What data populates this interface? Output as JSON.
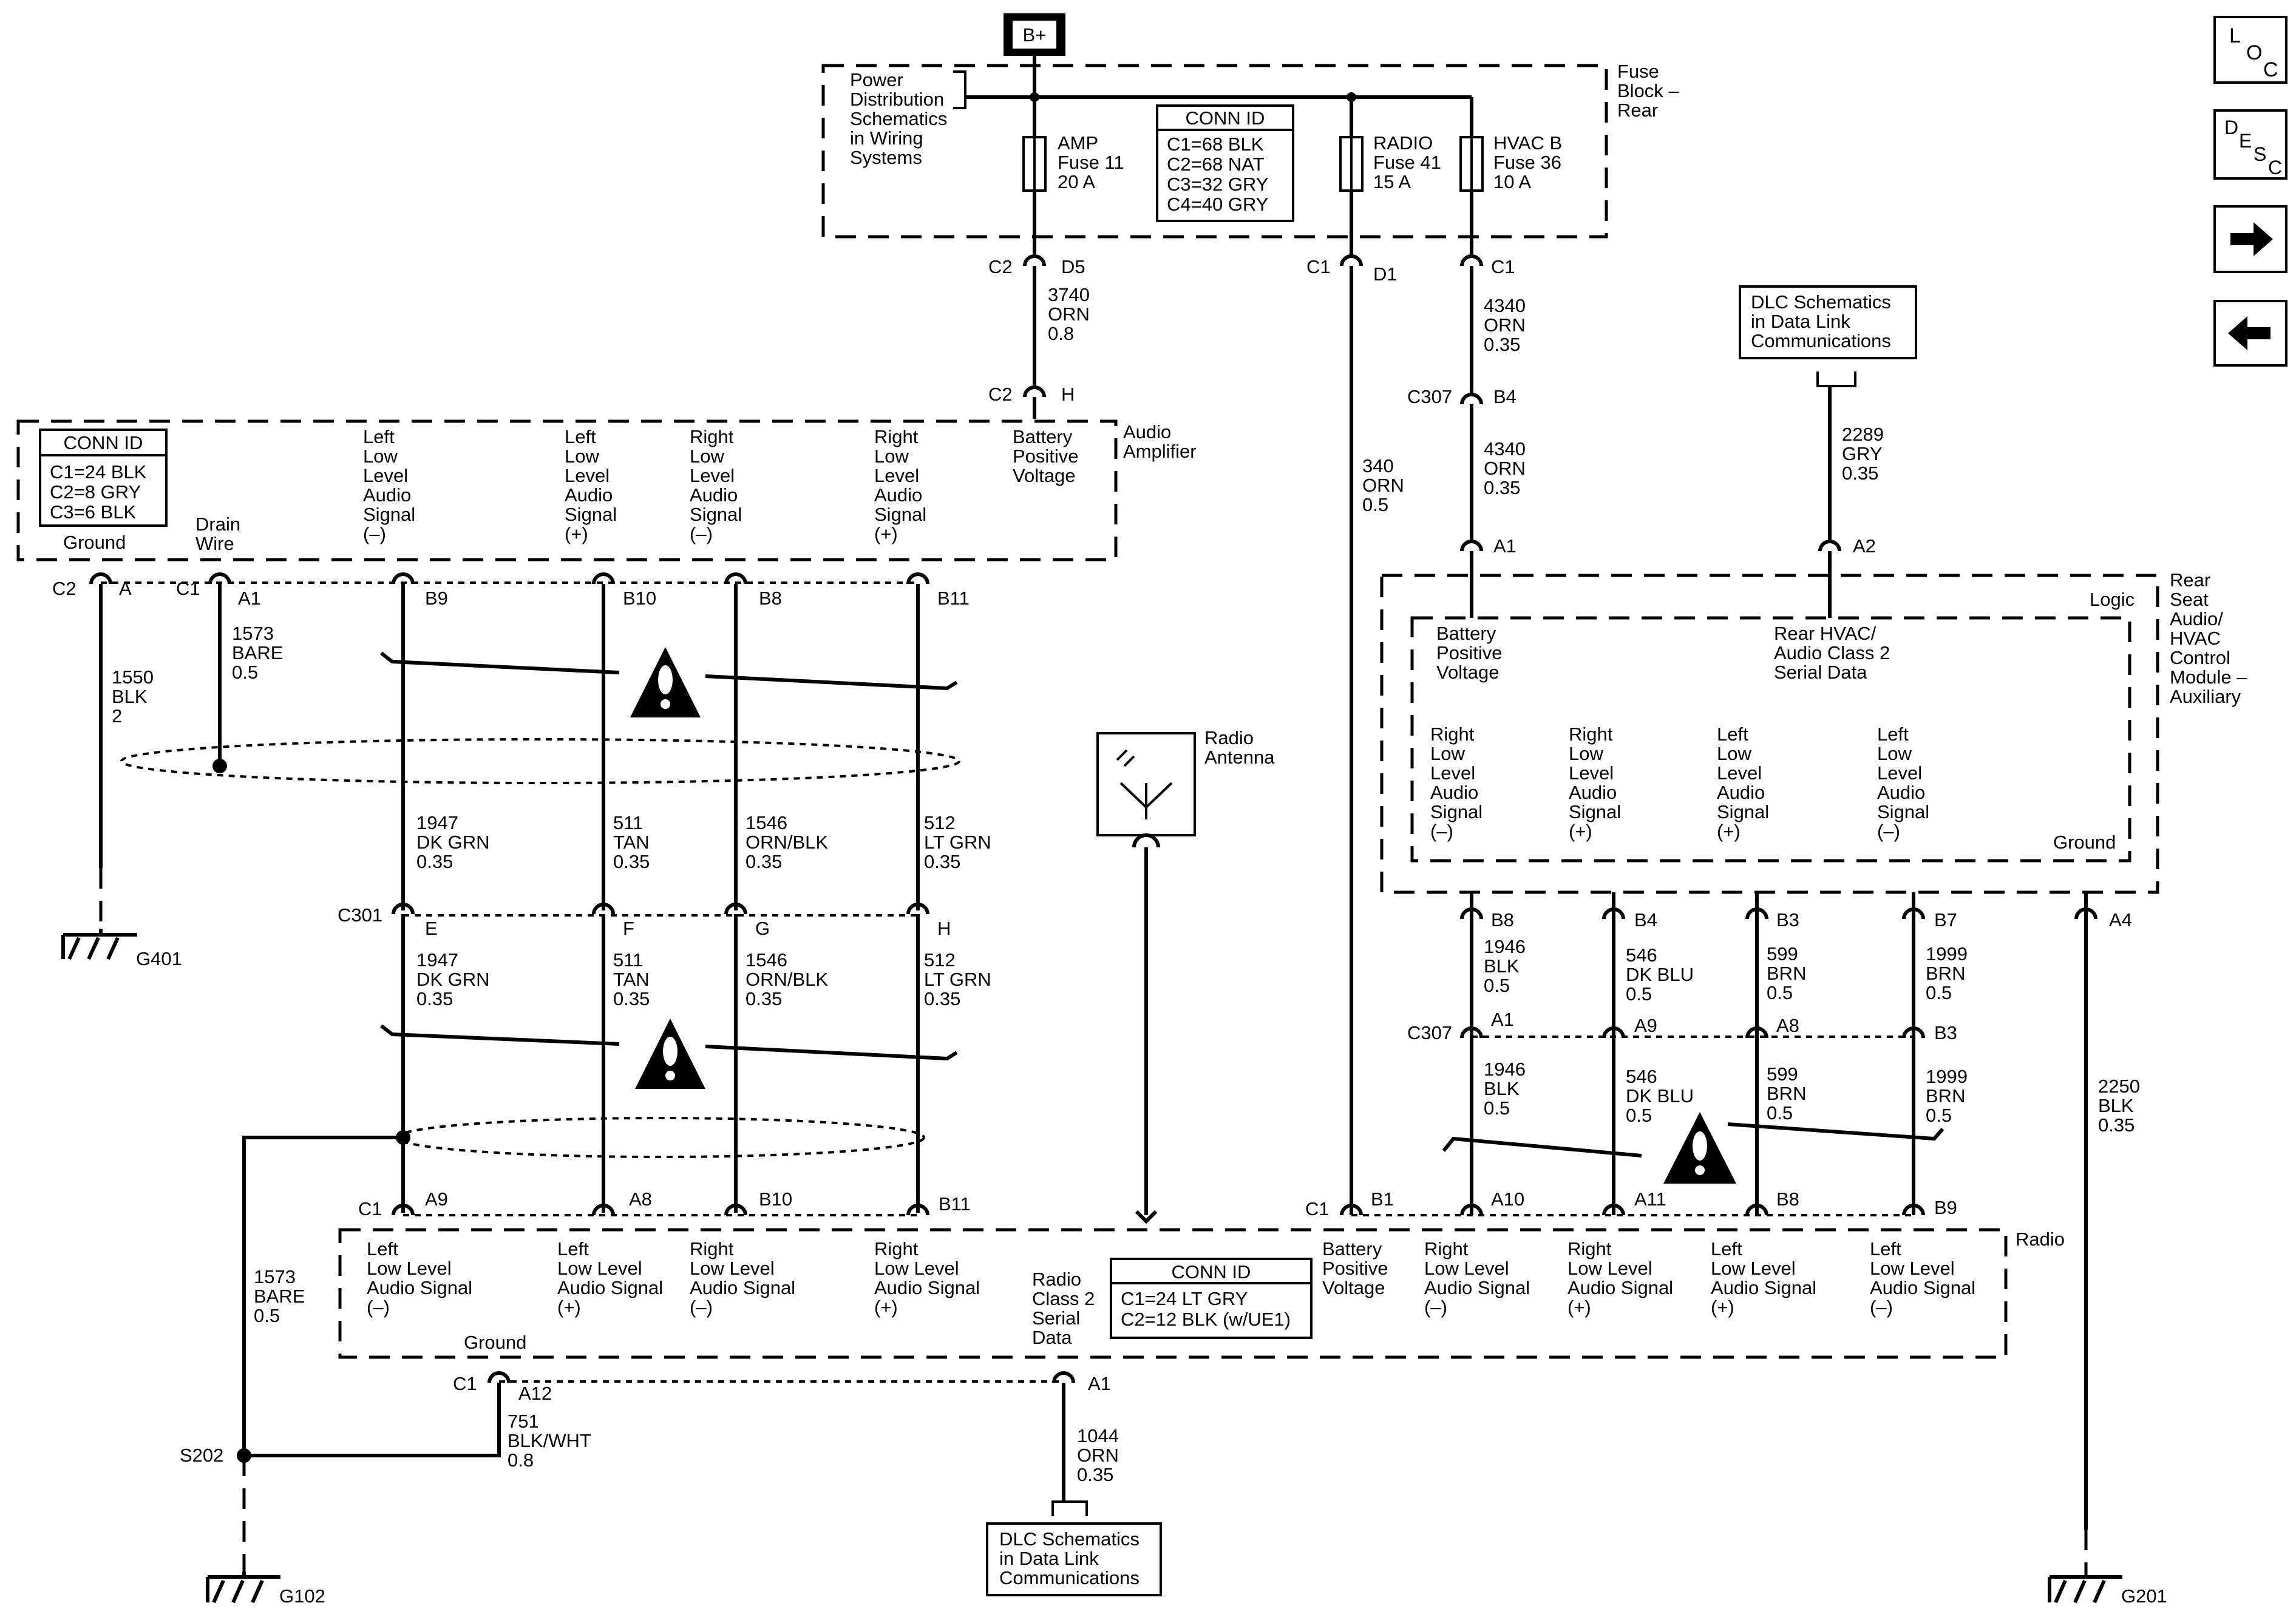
{
  "power_source": "B+",
  "fuse_block": {
    "title": [
      "Fuse",
      "Block –",
      "Rear"
    ],
    "ref": [
      "Power",
      "Distribution",
      "Schematics",
      "in Wiring",
      "Systems"
    ],
    "conn_id_title": "CONN ID",
    "conn_id": [
      "C1=68 BLK",
      "C2=68 NAT",
      "C3=32 GRY",
      "C4=40 GRY"
    ],
    "fuses": [
      {
        "label": [
          "AMP",
          "Fuse 11",
          "20 A"
        ]
      },
      {
        "label": [
          "RADIO",
          "Fuse 41",
          "15 A"
        ]
      },
      {
        "label": [
          "HVAC B",
          "Fuse 36",
          "10 A"
        ]
      }
    ]
  },
  "amplifier": {
    "title": [
      "Audio",
      "Amplifier"
    ],
    "conn_id_title": "CONN ID",
    "conn_id": [
      "C1=24 BLK",
      "C2=8 GRY",
      "C3=6 BLK"
    ],
    "ground": "Ground",
    "drain": [
      "Drain",
      "Wire"
    ],
    "signals": [
      [
        "Left",
        "Low",
        "Level",
        "Audio",
        "Signal",
        "(–)"
      ],
      [
        "Left",
        "Low",
        "Level",
        "Audio",
        "Signal",
        "(+)"
      ],
      [
        "Right",
        "Low",
        "Level",
        "Audio",
        "Signal",
        "(–)"
      ],
      [
        "Right",
        "Low",
        "Level",
        "Audio",
        "Signal",
        "(+)"
      ]
    ],
    "battery": [
      "Battery",
      "Positive",
      "Voltage"
    ]
  },
  "rear_module": {
    "title": [
      "Rear",
      "Seat",
      "Audio/",
      "HVAC",
      "Control",
      "Module –",
      "Auxiliary"
    ],
    "logic": "Logic",
    "battery": [
      "Battery",
      "Positive",
      "Voltage"
    ],
    "serial": [
      "Rear HVAC/",
      "Audio Class 2",
      "Serial Data"
    ],
    "signals": [
      [
        "Right",
        "Low",
        "Level",
        "Audio",
        "Signal",
        "(–)"
      ],
      [
        "Right",
        "Low",
        "Level",
        "Audio",
        "Signal",
        "(+)"
      ],
      [
        "Left",
        "Low",
        "Level",
        "Audio",
        "Signal",
        "(+)"
      ],
      [
        "Left",
        "Low",
        "Level",
        "Audio",
        "Signal",
        "(–)"
      ]
    ],
    "ground": "Ground"
  },
  "radio": {
    "title": "Radio",
    "conn_id_title": "CONN ID",
    "conn_id": [
      "C1=24 LT GRY",
      "C2=12 BLK (w/UE1)"
    ],
    "signals": [
      [
        "Left",
        "Low Level",
        "Audio Signal",
        "(–)"
      ],
      [
        "Left",
        "Low Level",
        "Audio Signal",
        "(+)"
      ],
      [
        "Right",
        "Low Level",
        "Audio Signal",
        "(–)"
      ],
      [
        "Right",
        "Low Level",
        "Audio Signal",
        "(+)"
      ]
    ],
    "serial": [
      "Radio",
      "Class 2",
      "Serial",
      "Data"
    ],
    "battery": [
      "Battery",
      "Positive",
      "Voltage"
    ],
    "right_signals": [
      [
        "Right",
        "Low Level",
        "Audio Signal",
        "(–)"
      ],
      [
        "Right",
        "Low Level",
        "Audio Signal",
        "(+)"
      ],
      [
        "Left",
        "Low Level",
        "Audio Signal",
        "(+)"
      ],
      [
        "Left",
        "Low Level",
        "Audio Signal",
        "(–)"
      ]
    ],
    "ground": "Ground"
  },
  "antenna": [
    "Radio",
    "Antenna"
  ],
  "dlc_ref": [
    "DLC Schematics",
    "in Data Link",
    "Communications"
  ],
  "grounds": [
    "G401",
    "G102",
    "G201"
  ],
  "splice": "S202",
  "wires": {
    "amp_feed": [
      "3740",
      "ORN",
      "0.8"
    ],
    "radio_feed": [
      "340",
      "ORN",
      "0.5"
    ],
    "hvac_feed_a": [
      "4340",
      "ORN",
      "0.35"
    ],
    "hvac_feed_b": [
      "4340",
      "ORN",
      "0.35"
    ],
    "class2_rear": [
      "2289",
      "GRY",
      "0.35"
    ],
    "amp_ground": [
      "1550",
      "BLK",
      "2"
    ],
    "drain_a": [
      "1573",
      "BARE",
      "0.5"
    ],
    "drain_b": [
      "1573",
      "BARE",
      "0.5"
    ],
    "amp_sig_upper": [
      [
        "1947",
        "DK GRN",
        "0.35"
      ],
      [
        "511",
        "TAN",
        "0.35"
      ],
      [
        "1546",
        "ORN/BLK",
        "0.35"
      ],
      [
        "512",
        "LT GRN",
        "0.35"
      ]
    ],
    "amp_sig_lower": [
      [
        "1947",
        "DK GRN",
        "0.35"
      ],
      [
        "511",
        "TAN",
        "0.35"
      ],
      [
        "1546",
        "ORN/BLK",
        "0.35"
      ],
      [
        "512",
        "LT GRN",
        "0.35"
      ]
    ],
    "rear_sig_upper": [
      [
        "1946",
        "BLK",
        "0.5"
      ],
      [
        "546",
        "DK BLU",
        "0.5"
      ],
      [
        "599",
        "BRN",
        "0.5"
      ],
      [
        "1999",
        "BRN",
        "0.5"
      ]
    ],
    "rear_sig_lower": [
      [
        "1946",
        "BLK",
        "0.5"
      ],
      [
        "546",
        "DK BLU",
        "0.5"
      ],
      [
        "599",
        "BRN",
        "0.5"
      ],
      [
        "1999",
        "BRN",
        "0.5"
      ]
    ],
    "rear_ground": [
      "2250",
      "BLK",
      "0.35"
    ],
    "radio_ground": [
      "751",
      "BLK/WHT",
      "0.8"
    ],
    "radio_class2": [
      "1044",
      "ORN",
      "0.35"
    ]
  },
  "connectors": {
    "amp_feed_top": [
      "C2",
      "D5"
    ],
    "amp_feed_bot": [
      "C2",
      "H"
    ],
    "radio_feed_top": [
      "C1",
      "D1"
    ],
    "hvac_feed_top": "C1",
    "c307_top": [
      "C307",
      "B4"
    ],
    "rear_a1": "A1",
    "rear_a2": "A2",
    "rear_a4": "A4",
    "amp_ground": [
      "C2",
      "A"
    ],
    "amp_c1": [
      "C1",
      "A1"
    ],
    "amp_pins": [
      "B9",
      "B10",
      "B8",
      "B11"
    ],
    "c301": "C301",
    "c301_pins": [
      "E",
      "F",
      "G",
      "H"
    ],
    "radio_c1": "C1",
    "radio_pins": [
      "A9",
      "A8",
      "B10",
      "B11"
    ],
    "radio_right_c1": [
      "C1",
      "B1"
    ],
    "radio_right_pins": [
      "A10",
      "A11",
      "B8",
      "B9"
    ],
    "rear_pins": [
      "B8",
      "B4",
      "B3",
      "B7"
    ],
    "c307_bottom": "C307",
    "c307_pins": [
      "A1",
      "A9",
      "A8",
      "B3"
    ],
    "radio_ground": [
      "C1",
      "A12"
    ],
    "radio_class2": "A1"
  },
  "nav": [
    {
      "name": "loc",
      "letters": [
        "L",
        "O",
        "C"
      ]
    },
    {
      "name": "desc",
      "letters": [
        "D",
        "E",
        "S",
        "C"
      ]
    }
  ],
  "icons": [
    "arrow-right-icon",
    "arrow-left-icon",
    "warning-icon",
    "ground-icon",
    "antenna-icon"
  ]
}
